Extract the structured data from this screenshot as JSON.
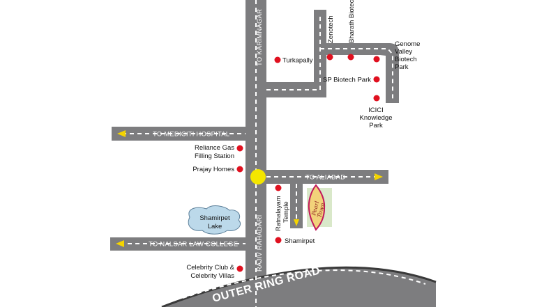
{
  "roads": {
    "main_north": "TO KARIMNAGAR",
    "main_south": "RAJIV RAHADARI",
    "west_upper": "TO MEDICITI HOSPITAL",
    "east": "TO ALIABAD",
    "west_lower": "TO NALSAR LAW COLLEGE",
    "outer_ring": "OUTER RING ROAD"
  },
  "landmarks": {
    "turkapally": "Turkapally",
    "zenotech": "Zenotech",
    "bharath_biotech": "Bharath Biotech",
    "genome_valley": [
      "Genome",
      "Valley",
      "Biotech",
      "Park"
    ],
    "sp_biotech": "SP Biotech Park",
    "icici": [
      "ICICI",
      "Knowledge",
      "Park"
    ],
    "reliance": [
      "Reliance Gas",
      "Filling Station"
    ],
    "prajay": "Prajay Homes",
    "ratnalayam": [
      "Ratnalayam",
      "Temple"
    ],
    "shamirpet": "Shamirpet",
    "lake": [
      "Shamirpet",
      "Lake"
    ],
    "celebrity": [
      "Celebrity Club &",
      "Celebrity Villas"
    ]
  },
  "project_logo": [
    "Pearl",
    "Town"
  ],
  "colors": {
    "road": "#7d7d7f",
    "pin": "#e0101f",
    "junction": "#f4e600",
    "arrow": "#f4d400",
    "lake": "#bcd9ea",
    "logo_bg": "#f2d27a",
    "logo_frame": "#c2185b",
    "logo_panel": "#d9e8c9"
  },
  "icons": {
    "location_pin": "red-dot",
    "junction": "yellow-circle",
    "direction": "yellow-arrowhead"
  }
}
